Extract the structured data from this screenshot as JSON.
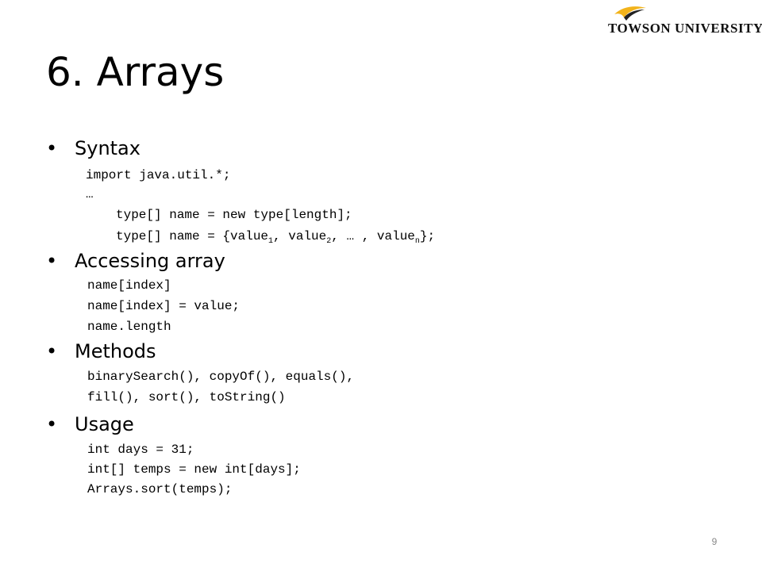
{
  "header": {
    "logo_text": "TOWSON UNIVERSITY",
    "logo_mark": "."
  },
  "slide": {
    "title": "6. Arrays",
    "page_number": "9",
    "bullets": [
      {
        "heading": "Syntax",
        "code": [
          "import java.util.*;",
          "…",
          "type[] name = new type[length];"
        ],
        "code_subscript": {
          "prefix": "type[] name = {value",
          "sub1": "1",
          "mid1": ", value",
          "sub2": "2",
          "mid2": ", … , value",
          "subn": "n",
          "suffix": "};"
        }
      },
      {
        "heading": "Accessing array",
        "code": [
          "name[index]",
          "name[index] = value;",
          "name.length"
        ]
      },
      {
        "heading": "Methods",
        "code": [
          "binarySearch(), copyOf(), equals(),",
          "fill(), sort(), toString()"
        ]
      },
      {
        "heading": "Usage",
        "code": [
          "int days = 31;",
          "int[] temps = new int[days];",
          "Arrays.sort(temps);"
        ]
      }
    ]
  },
  "colors": {
    "swoosh": "#f2b31b",
    "text": "#000000",
    "page_number": "#888888"
  },
  "icons": {
    "logo": "towson-tiger-swoosh-icon",
    "bullet": "bullet-dot"
  }
}
